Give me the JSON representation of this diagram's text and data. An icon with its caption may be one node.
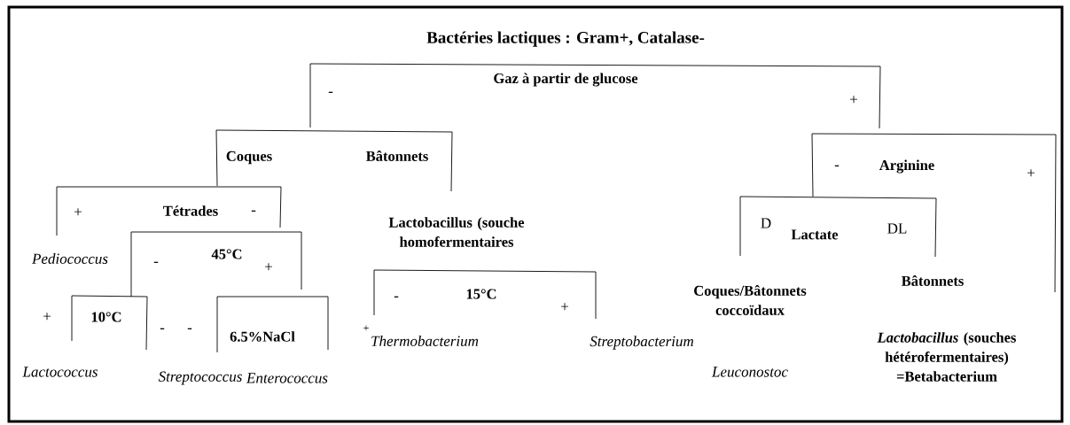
{
  "diagram": {
    "title": "Bactéries lactiques : Gram+, Catalase-",
    "labels": [
      "Gaz à partir de glucose",
      "-",
      "+",
      "Coques",
      "Bâtonnets",
      "-",
      "Arginine",
      "+",
      "+",
      "Tétrades",
      "-",
      "Lactobacillus (souche homofermentaires",
      "D",
      "Lactate",
      "DL",
      "Pediococcus",
      "-",
      "45°C",
      "+",
      "Coques/Bâtonnets coccoïdaux",
      "Bâtonnets",
      "-",
      "15°C",
      "+",
      "+",
      "10°C",
      "-",
      "-",
      "6.5%NaCl",
      "+",
      "Thermobacterium",
      "Streptobacterium",
      "Lactococcus",
      "Streptococcus",
      "Enterococcus",
      "Leuconostoc",
      "*Lactobacillus* (souches hétérofermentaires) =Betabacterium"
    ]
  }
}
